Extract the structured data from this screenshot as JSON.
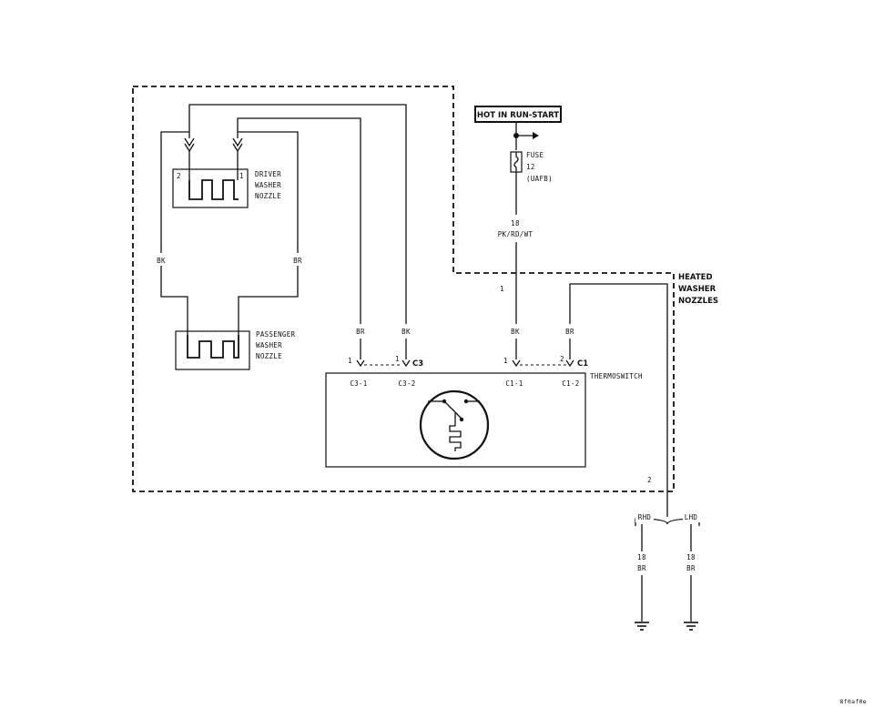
{
  "diagram": {
    "source_label": "HOT IN RUN-START",
    "fuse": {
      "name": "FUSE",
      "number": "12",
      "location": "(UAFB)"
    },
    "feed_wire": {
      "gauge": "18",
      "color": "PK/RD/WT"
    },
    "module_name": [
      "HEATED",
      "WASHER",
      "NOZZLES"
    ],
    "driver_nozzle": {
      "lines": [
        "DRIVER",
        "WASHER",
        "NOZZLE"
      ],
      "pin_left": "2",
      "pin_right": "1"
    },
    "passenger_nozzle": {
      "lines": [
        "PASSENGER",
        "WASHER",
        "NOZZLE"
      ]
    },
    "wires": {
      "bk_left": "BK",
      "br_left": "BR",
      "c3_br": "BR",
      "c3_bk": "BK",
      "c1_bk": "BK",
      "c1_br": "BR"
    },
    "splice_pin": "1",
    "connector_c3": {
      "name": "C3",
      "pin1": "1",
      "pin2": "1",
      "cav1": "C3-1",
      "cav2": "C3-2"
    },
    "connector_c1": {
      "name": "C1",
      "pin1": "1",
      "pin2": "2",
      "cav1": "C1-1",
      "cav2": "C1-2"
    },
    "thermoswitch": "THERMOSWITCH",
    "ground_pin": "2",
    "ground_left": {
      "label": "RHD",
      "gauge": "18",
      "color": "BR"
    },
    "ground_right": {
      "label": "LHD",
      "gauge": "18",
      "color": "BR"
    },
    "figure_code": "8f0af0e"
  }
}
